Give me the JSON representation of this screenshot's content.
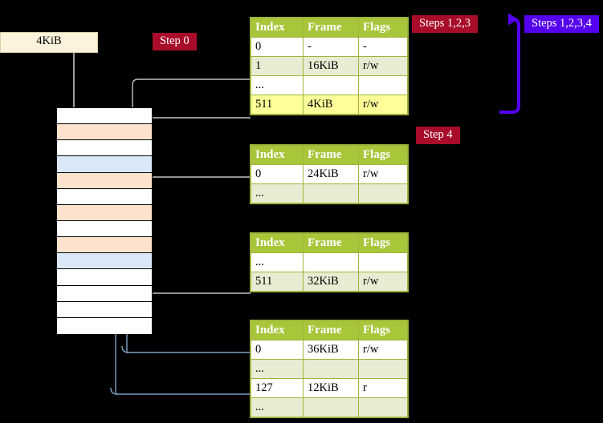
{
  "diagram": {
    "title_present": false,
    "colors": {
      "background": "#000000",
      "table_header": "#a8c63a",
      "table_border": "#9fb33a",
      "table_row_tint": "#e7edd2",
      "highlight": "#ffff99",
      "badge_red": "#a80c2a",
      "badge_blue": "#5500ee",
      "mem_orange": "#fde3cd",
      "mem_blue": "#dbe8f8",
      "wire_gray": "#c8c8c8",
      "wire_blue": "#7d9fc4",
      "arrow_blue_dark": "#3b6ea5"
    }
  },
  "labels": {
    "mem_size": "4KiB",
    "step0": "Step 0",
    "step4": "Step 4",
    "steps123": "Steps 1,2,3",
    "steps1234": "Steps 1,2,3,4"
  },
  "columns": [
    "Index",
    "Frame",
    "Flags"
  ],
  "tables": [
    {
      "name": "level4-table",
      "rows": [
        {
          "index": "0",
          "frame": "-",
          "flags": "-",
          "tint": false,
          "highlight": false
        },
        {
          "index": "1",
          "frame": "16KiB",
          "flags": "r/w",
          "tint": true,
          "highlight": false
        },
        {
          "index": "...",
          "frame": "",
          "flags": "",
          "tint": false,
          "highlight": false
        },
        {
          "index": "511",
          "frame": "4KiB",
          "flags": "r/w",
          "tint": true,
          "highlight": true
        }
      ]
    },
    {
      "name": "level3-table",
      "rows": [
        {
          "index": "0",
          "frame": "24KiB",
          "flags": "r/w",
          "tint": false,
          "highlight": false
        },
        {
          "index": "...",
          "frame": "",
          "flags": "",
          "tint": true,
          "highlight": false
        }
      ]
    },
    {
      "name": "level2-table",
      "rows": [
        {
          "index": "...",
          "frame": "",
          "flags": "",
          "tint": false,
          "highlight": false
        },
        {
          "index": "511",
          "frame": "32KiB",
          "flags": "r/w",
          "tint": true,
          "highlight": false
        }
      ]
    },
    {
      "name": "level1-table",
      "rows": [
        {
          "index": "0",
          "frame": "36KiB",
          "flags": "r/w",
          "tint": false,
          "highlight": false
        },
        {
          "index": "...",
          "frame": "",
          "flags": "",
          "tint": true,
          "highlight": false
        },
        {
          "index": "127",
          "frame": "12KiB",
          "flags": "r",
          "tint": false,
          "highlight": false
        },
        {
          "index": "...",
          "frame": "",
          "flags": "",
          "tint": true,
          "highlight": false
        }
      ]
    }
  ],
  "memory_column": {
    "name": "physical-memory-column",
    "rows": [
      {
        "fill": "white"
      },
      {
        "fill": "orange"
      },
      {
        "fill": "white"
      },
      {
        "fill": "blue"
      },
      {
        "fill": "orange"
      },
      {
        "fill": "white"
      },
      {
        "fill": "orange"
      },
      {
        "fill": "white"
      },
      {
        "fill": "orange"
      },
      {
        "fill": "blue"
      },
      {
        "fill": "white"
      },
      {
        "fill": "white"
      },
      {
        "fill": "white"
      },
      {
        "fill": "white"
      }
    ]
  }
}
